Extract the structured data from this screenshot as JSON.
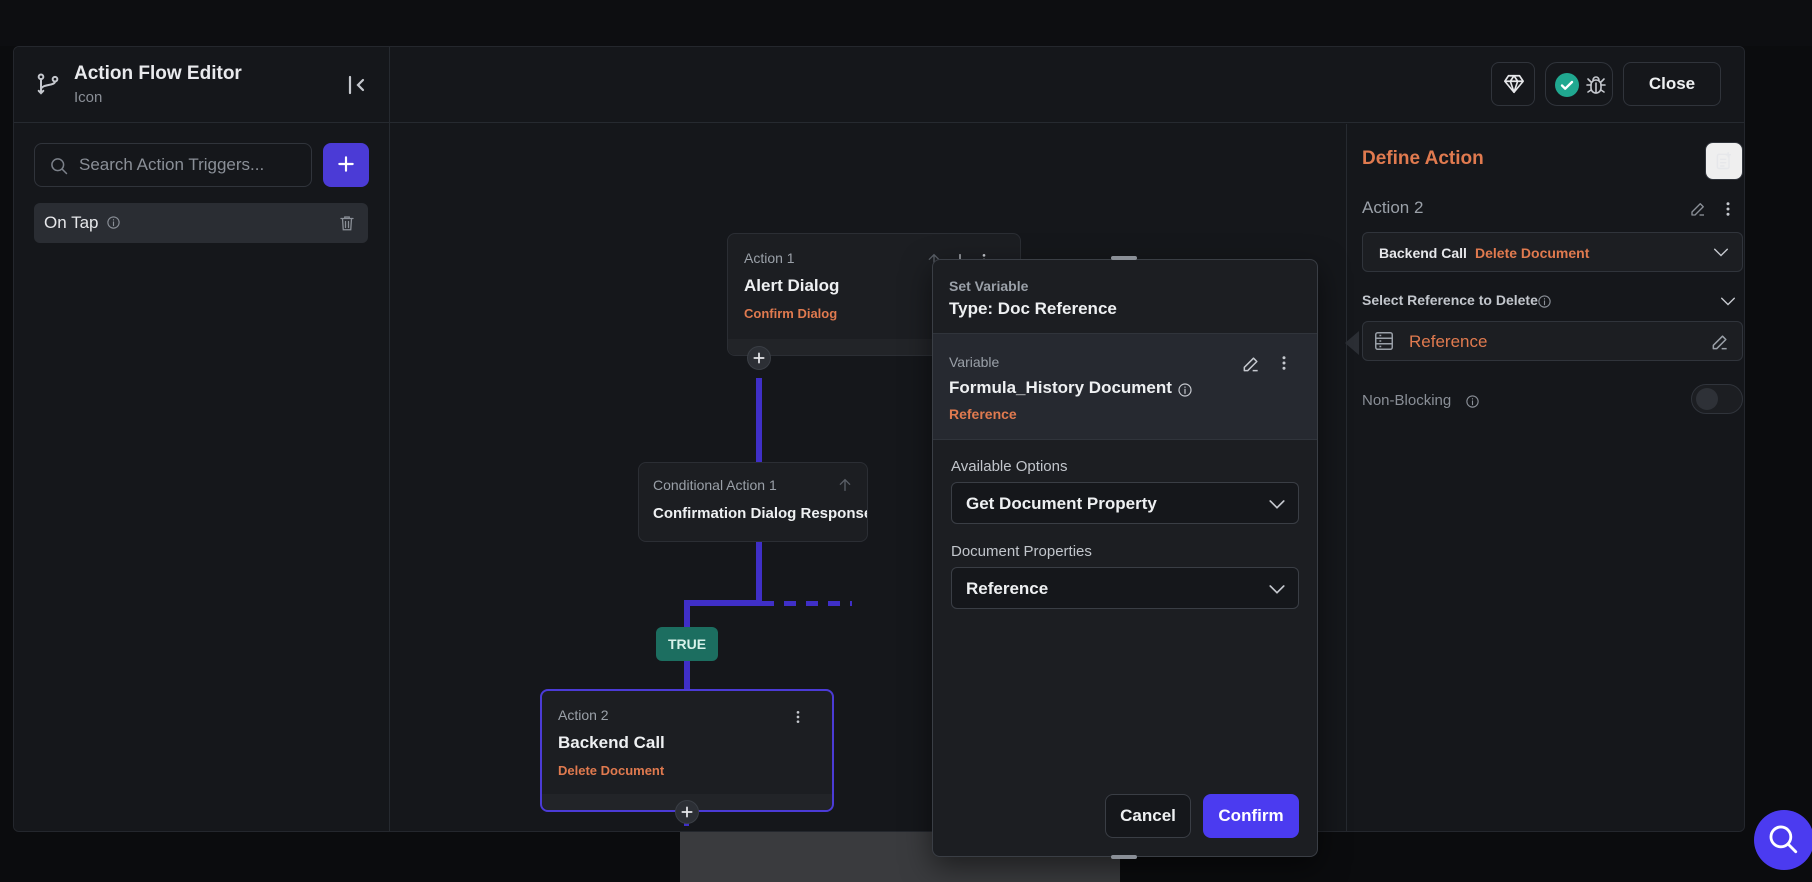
{
  "header": {
    "title": "Action Flow Editor",
    "subtitle": "Icon",
    "close_label": "Close"
  },
  "sidebar": {
    "search_placeholder": "Search Action Triggers...",
    "triggers": [
      {
        "label": "On Tap"
      }
    ]
  },
  "canvas": {
    "action1": {
      "label": "Action 1",
      "title": "Alert Dialog",
      "subtitle": "Confirm Dialog"
    },
    "conditional": {
      "label": "Conditional Action 1",
      "title": "Confirmation Dialog Response"
    },
    "branch_label": "TRUE",
    "action2": {
      "label": "Action 2",
      "title": "Backend Call",
      "subtitle": "Delete Document"
    }
  },
  "popover": {
    "kicker": "Set Variable",
    "title": "Type: Doc Reference",
    "variable_label": "Variable",
    "variable_name": "Formula_History Document",
    "variable_type": "Reference",
    "available_options_label": "Available Options",
    "available_options_value": "Get Document Property",
    "document_properties_label": "Document Properties",
    "document_properties_value": "Reference",
    "cancel_label": "Cancel",
    "confirm_label": "Confirm"
  },
  "right_panel": {
    "title": "Define Action",
    "action_label": "Action 2",
    "action_type": "Backend Call",
    "action_subtype": "Delete Document",
    "reference_section_label": "Select Reference to Delete",
    "reference_value": "Reference",
    "non_blocking_label": "Non-Blocking",
    "non_blocking_enabled": false
  },
  "colors": {
    "accent": "#4b3bf0",
    "flow_line": "#3f2fc7",
    "orange_text": "#e07a4f",
    "true_badge": "#1c6e60",
    "status_check": "#20a890"
  }
}
